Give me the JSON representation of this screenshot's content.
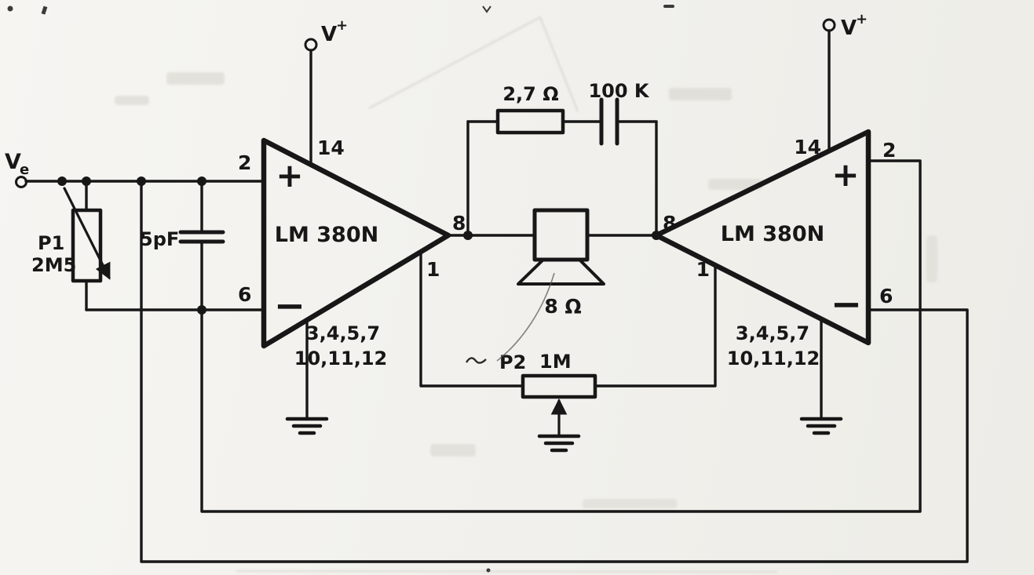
{
  "schematic": {
    "input_terminal": {
      "letter": "V",
      "subscript": "e"
    },
    "supply_left": {
      "letter": "V",
      "superscript": "+"
    },
    "supply_right": {
      "letter": "V",
      "superscript": "+"
    },
    "amp_left": {
      "name": "LM 380N",
      "plus_sign": "+",
      "minus_sign": "−",
      "pin_supply": "14",
      "pin_input_plus": "2",
      "pin_input_minus": "6",
      "pin_output": "8",
      "pin_bypass": "1",
      "grounded_pins_row1": "3,4,5,7",
      "grounded_pins_row2": "10,11,12"
    },
    "amp_right": {
      "name": "LM 380N",
      "plus_sign": "+",
      "minus_sign": "−",
      "pin_supply": "14",
      "pin_input_plus": "2",
      "pin_input_minus": "6",
      "pin_output": "8",
      "pin_bypass": "1",
      "grounded_pins_row1": "3,4,5,7",
      "grounded_pins_row2": "10,11,12"
    },
    "potentiometer_p1": {
      "name": "P1",
      "value": "2M5"
    },
    "capacitor_input": {
      "value": "5pF"
    },
    "resistor_bridge": {
      "value": "2,7 Ω"
    },
    "capacitor_bridge": {
      "value": "100 K"
    },
    "speaker": {
      "impedance": "8 Ω"
    },
    "potentiometer_p2": {
      "name": "P2",
      "value": "1M"
    }
  }
}
